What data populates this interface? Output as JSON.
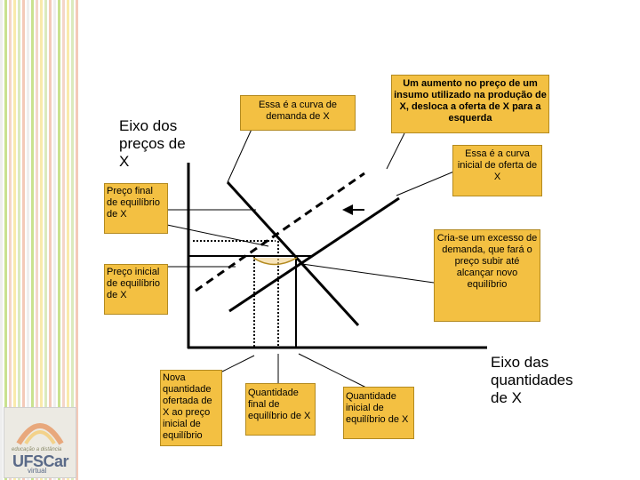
{
  "axes": {
    "y_label": "Eixo dos preços de X",
    "x_label": "Eixo das quantidades de X"
  },
  "callouts": {
    "demand_curve": "Essa é a curva de demanda de X",
    "input_price_increase": "Um aumento no preço de um insumo utilizado na produção de X, desloca a oferta de X para a esquerda",
    "initial_supply": "Essa é a curva inicial de oferta de X",
    "final_price": "Preço final de equilíbrio de X",
    "initial_price": "Preço inicial de equilíbrio de X",
    "excess_demand": "Cria-se um excesso de demanda, que fará o preço subir até alcançar novo equilíbrio",
    "new_quantity_supplied": "Nova quantidade ofertada de X ao preço inicial de equilíbrio",
    "final_quantity": "Quantidade final de equilíbrio de X",
    "initial_quantity": "Quantidade inicial de equilíbrio de X"
  },
  "logo": {
    "tagline": "educação a distância",
    "name": "UFSCar",
    "sub": "virtual"
  },
  "colors": {
    "callout_fill": "#f3c042",
    "curve": "#000000"
  }
}
